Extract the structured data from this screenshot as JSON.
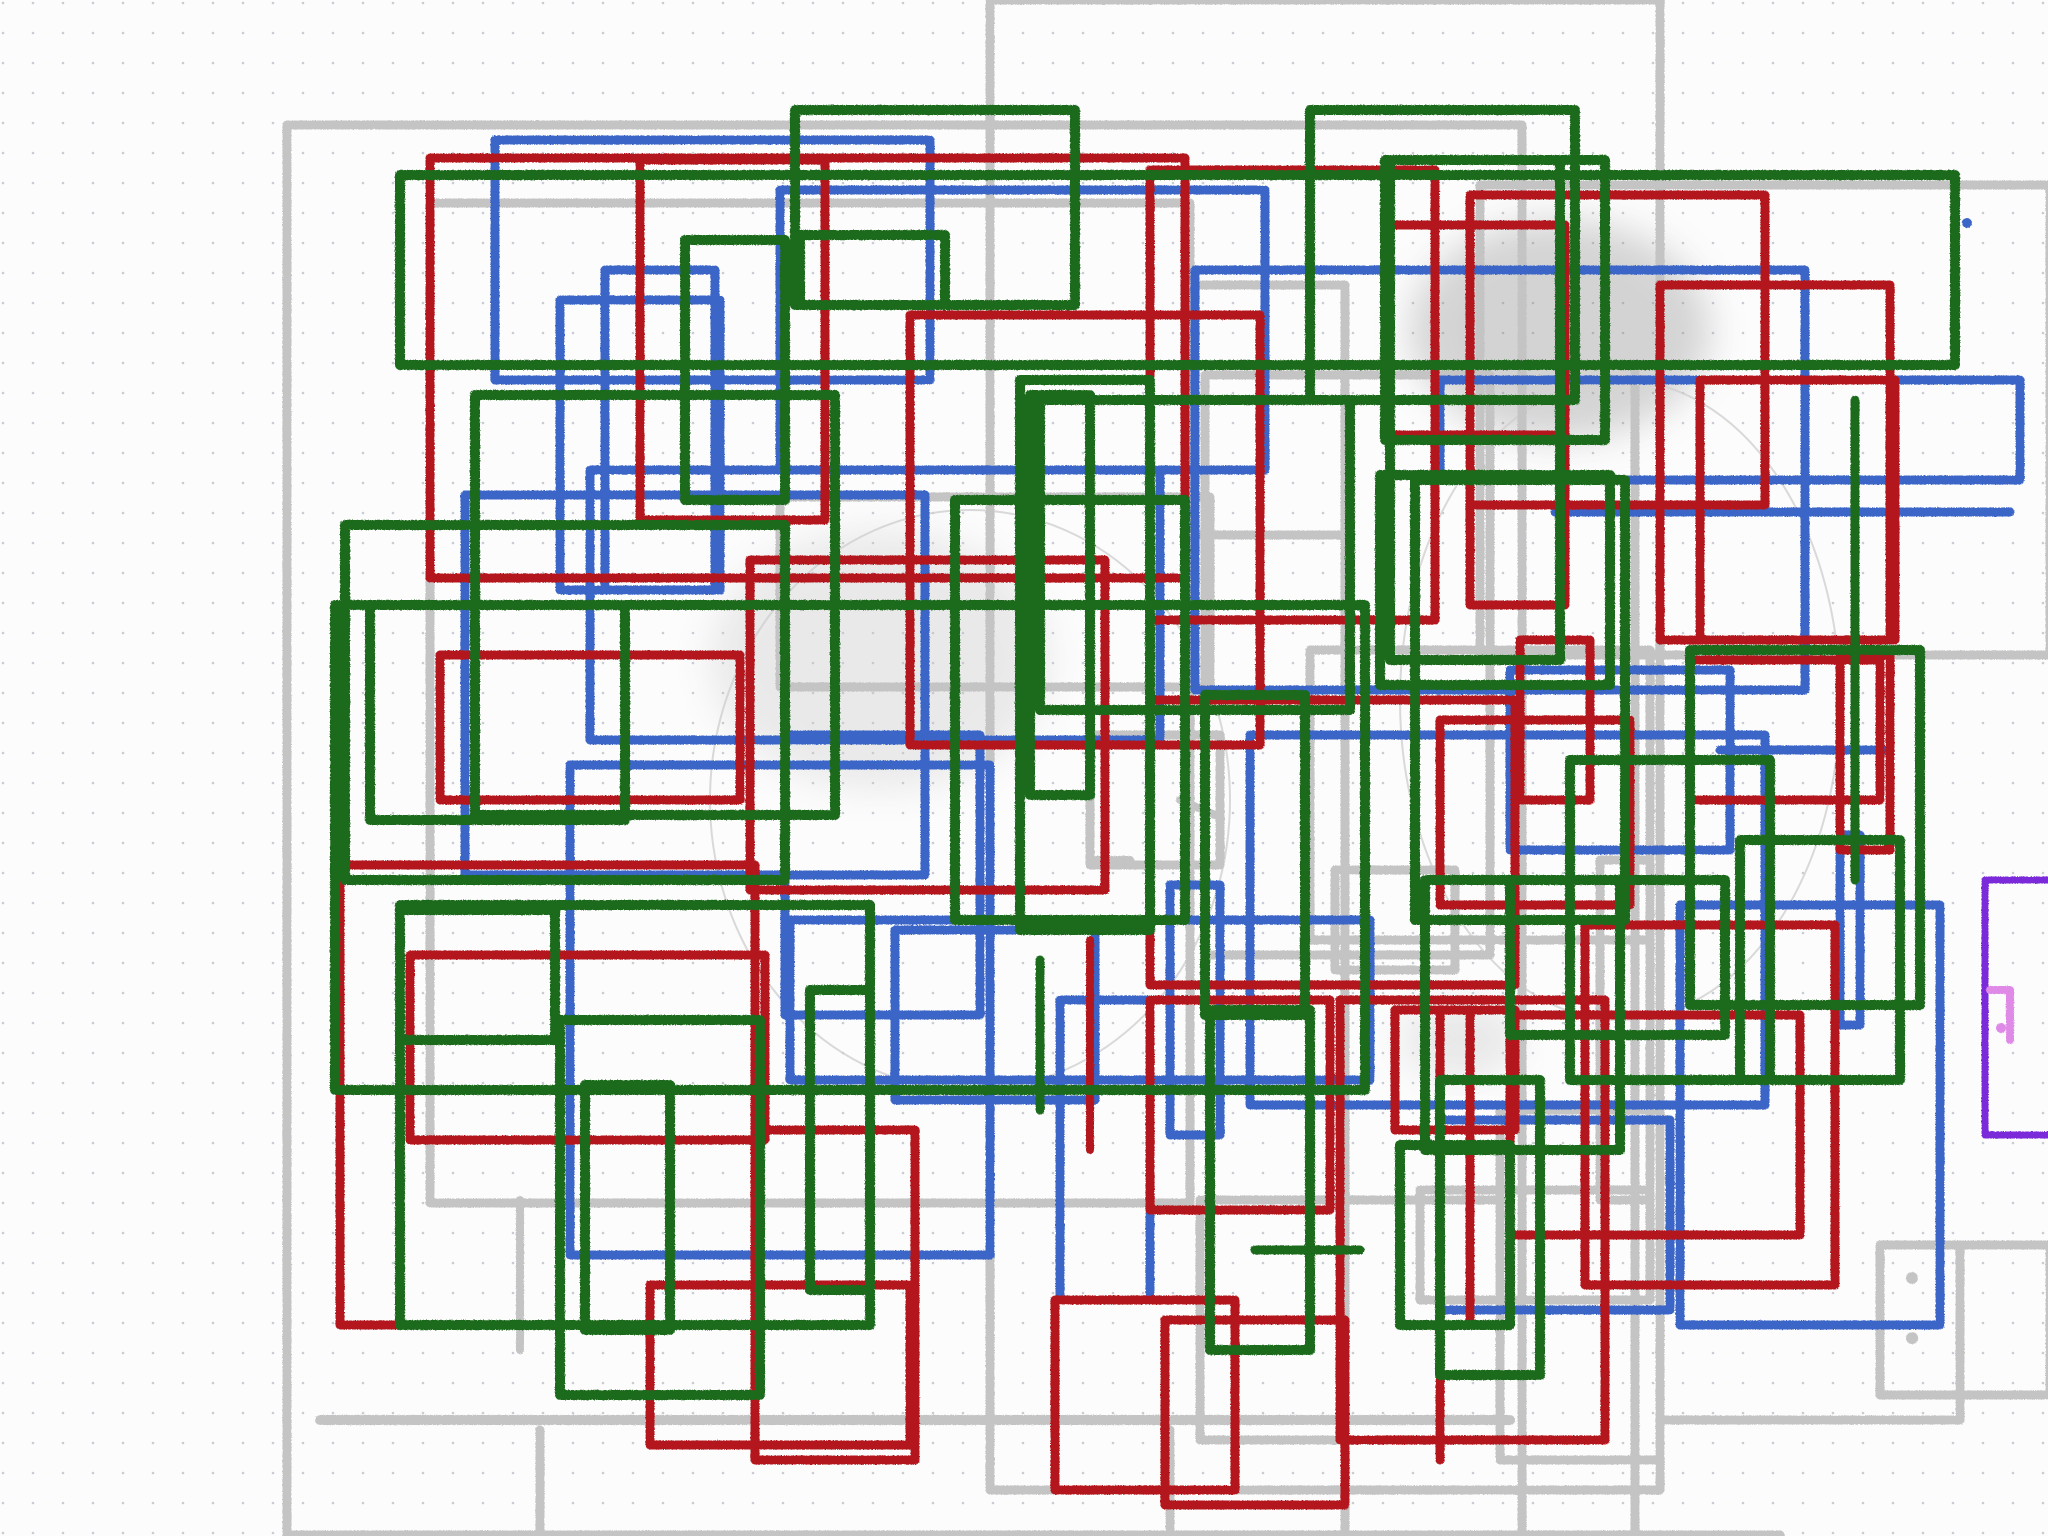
{
  "canvas": {
    "background": "#fcfcfd",
    "grid_dot_color": "#c9ccd4",
    "grid": "dotted"
  },
  "palette": {
    "red": "#b3191c",
    "green": "#1a6b1e",
    "blue": "#3a66c8",
    "gray": "#c4c4c4",
    "purple": "#7a2ad9",
    "light_purple": "#e08ae8",
    "smudge": "#9a9a9a"
  },
  "description_text": "",
  "stroke_groups": [
    {
      "name": "red-rectangle-strokes",
      "color": "red"
    },
    {
      "name": "green-rectangle-strokes",
      "color": "green"
    },
    {
      "name": "blue-rectangle-strokes",
      "color": "blue"
    },
    {
      "name": "gray-rectangle-strokes",
      "color": "gray"
    },
    {
      "name": "purple-rectangle-strokes",
      "color": "purple"
    }
  ]
}
